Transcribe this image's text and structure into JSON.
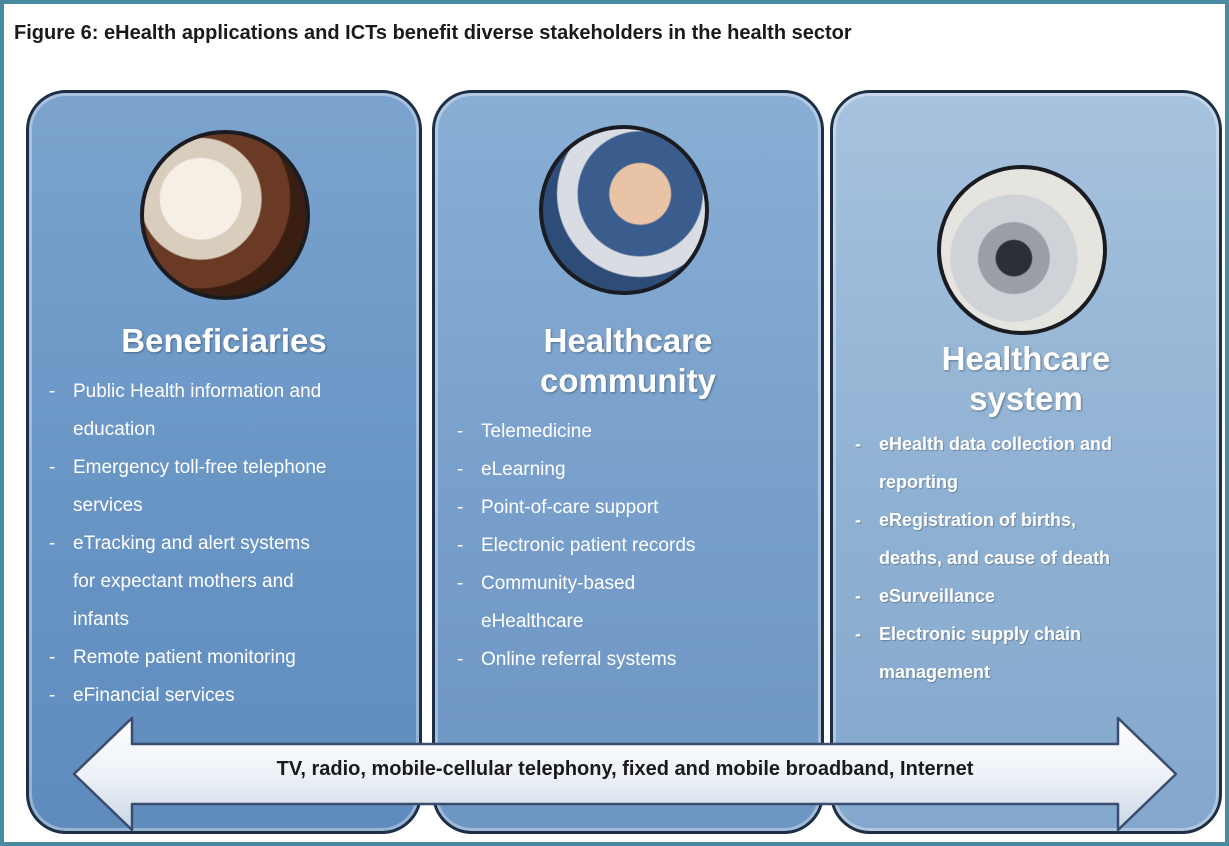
{
  "figure": {
    "title": "Figure 6: eHealth applications and ICTs benefit diverse stakeholders in the health sector"
  },
  "panels": [
    {
      "title_line1": "Beneficiaries",
      "title_line2": "",
      "items": [
        [
          "Public Health information and",
          "education"
        ],
        [
          "Emergency toll-free telephone",
          "services"
        ],
        [
          "eTracking and alert systems",
          "for expectant mothers and",
          "infants"
        ],
        [
          "Remote patient monitoring"
        ],
        [
          "eFinancial services"
        ]
      ]
    },
    {
      "title_line1": "Healthcare",
      "title_line2": "community",
      "items": [
        [
          "Telemedicine"
        ],
        [
          "eLearning"
        ],
        [
          "Point-of-care support"
        ],
        [
          "Electronic patient records"
        ],
        [
          "Community-based",
          "eHealthcare"
        ],
        [
          "Online referral systems"
        ]
      ]
    },
    {
      "title_line1": "Healthcare",
      "title_line2": "system",
      "items": [
        [
          "eHealth data collection and",
          "reporting"
        ],
        [
          "eRegistration of births,",
          "deaths,  and cause of death"
        ],
        [
          "eSurveillance"
        ],
        [
          "Electronic supply chain",
          "management"
        ]
      ]
    }
  ],
  "arrow": {
    "label": "TV, radio, mobile-cellular telephony, fixed and mobile broadband, Internet"
  },
  "colors": {
    "frame_border": "#4a8aa0",
    "panel_1": "#6a96c6",
    "panel_2": "#789fcb",
    "panel_3": "#8fb1d3",
    "arrow_fill": "#eef2f8"
  }
}
